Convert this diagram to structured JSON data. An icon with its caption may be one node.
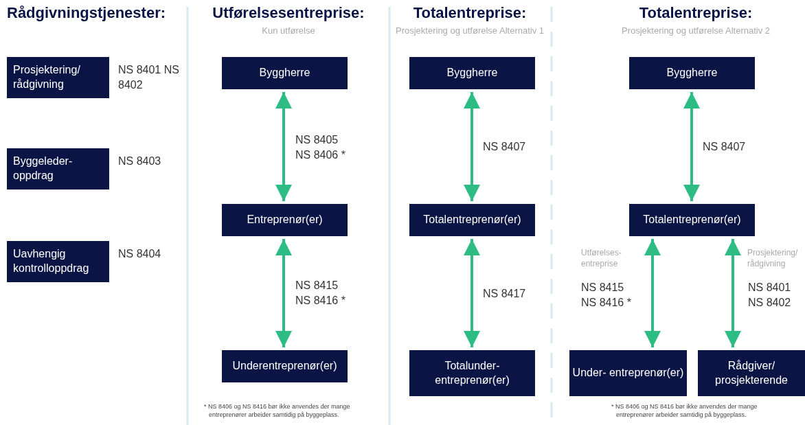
{
  "diagram": {
    "nodes": [
      {
        "text": [
          "Prosjektering/ rådgivning"
        ],
        "beside": [
          "NS 8401 NS 8402"
        ]
      },
      {
        "text": [
          "Byggeleder- oppdrag"
        ],
        "beside": [
          "NS 8403"
        ]
      },
      {
        "text": [
          "Uavhengig kontrolloppdrag"
        ],
        "beside": [
          "NS 8404"
        ]
      },
      {
        "text": [
          "Byggherre"
        ]
      },
      {
        "text": [
          "Entreprenør(er)"
        ]
      },
      {
        "text": [
          "Underentreprenør(er)"
        ]
      },
      {
        "text": [
          "Byggherre"
        ]
      },
      {
        "text": [
          "Totalentreprenør(er)"
        ]
      },
      {
        "text": [
          "Totalunder- entreprenør(er)"
        ]
      },
      {
        "text": [
          "Byggherre"
        ]
      },
      {
        "text": [
          "Totalentreprenør(er)"
        ]
      },
      {
        "text": [
          "Under- entreprenør(er)"
        ]
      },
      {
        "text": [
          "Rådgiver/ prosjekterende"
        ]
      }
    ],
    "edges": [
      {
        "from": 3,
        "to": 4,
        "arrow": "both",
        "label": "NS 8405 NS 8406 *"
      },
      {
        "from": 4,
        "to": 5,
        "arrow": "both",
        "label": "NS 8415 NS 8416 *"
      },
      {
        "from": 6,
        "to": 7,
        "arrow": "both",
        "label": "NS 8407"
      },
      {
        "from": 7,
        "to": 8,
        "arrow": "both",
        "label": "NS 8417"
      },
      {
        "from": 9,
        "to": 10,
        "arrow": "both",
        "label": "NS 8407"
      },
      {
        "from": 10,
        "to": 11,
        "arrow": "both",
        "label": "NS 8415 NS 8416 *"
      },
      {
        "from": 10,
        "to": 12,
        "arrow": "both",
        "label": "NS 8401 NS 8402"
      }
    ],
    "labels": [
      "Rådgivningstjenester:",
      "Utførelsesentreprise:",
      "Kun utførelse",
      "Totalentreprise:",
      "Prosjektering og utførelse Alternativ 1",
      "Totalentreprise:",
      "Prosjektering og utførelse Alternativ 2",
      "Utførelses- entreprise",
      "Prosjektering/ rådgivning",
      "* NS 8406 og NS 8416 bør ikke anvendes der mange entreprenører arbeider samtidig på byggeplass.",
      "* NS 8406 og NS 8416 bør ikke anvendes der mange entreprenører arbeider samtidig på byggeplass."
    ]
  }
}
